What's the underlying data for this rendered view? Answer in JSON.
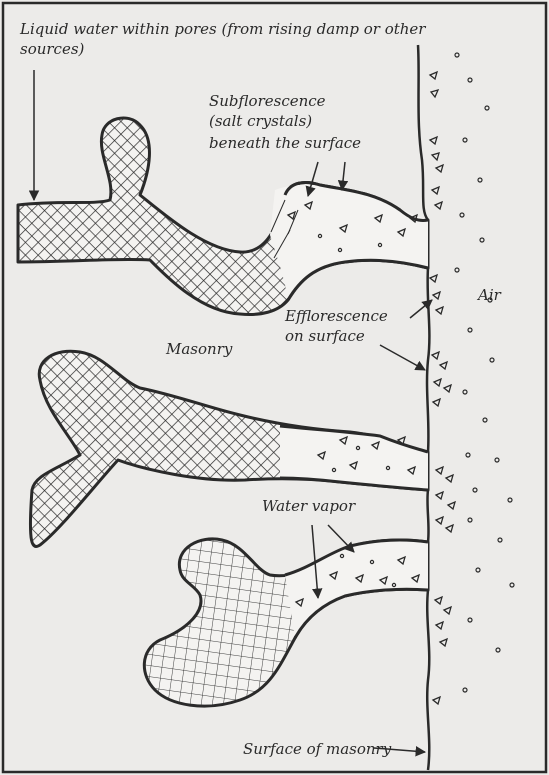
{
  "labels": {
    "liquid_water_line1": "Liquid water within pores (from rising damp or other",
    "liquid_water_line2": "sources)",
    "subflorescence_line1": "Subflorescence",
    "subflorescence_line2": "(salt crystals)",
    "subflorescence_line3": "beneath the surface",
    "air": "Air",
    "efflorescence_line1": "Efflorescence",
    "efflorescence_line2": "on surface",
    "masonry": "Masonry",
    "water_vapor": "Water vapor",
    "surface_of_masonry": "Surface of masonry"
  },
  "colors": {
    "background": "#ecebe9",
    "ink": "#2a2a2a",
    "pore_fill": "#f4f3f1"
  }
}
